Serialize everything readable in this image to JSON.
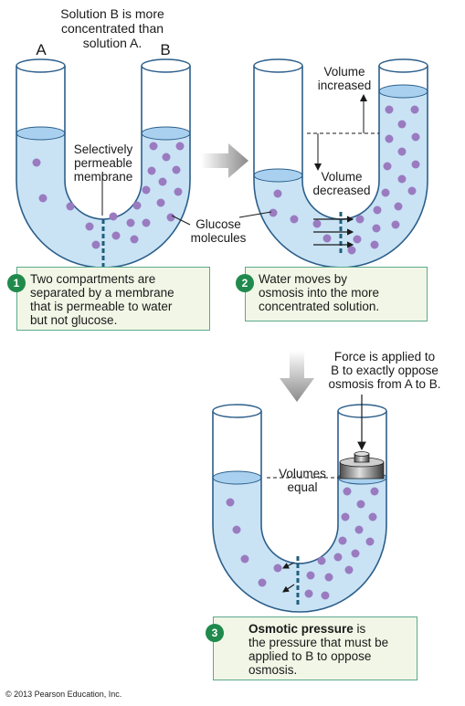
{
  "panel1": {
    "heading": "Solution B is more\nconcentrated than\nsolution A.",
    "label_a": "A",
    "label_b": "B",
    "membrane_label": "Selectively\npermeable\nmembrane",
    "glucose_label": "Glucose\nmolecules"
  },
  "panel2": {
    "volume_increased": "Volume\nincreased",
    "volume_decreased": "Volume\ndecreased"
  },
  "panel3": {
    "force_label": "Force is applied to\nB to exactly oppose\nosmosis from A to B.",
    "volumes_equal": "Volumes\nequal"
  },
  "steps": [
    {
      "number": "1",
      "text": "Two compartments are\nseparated by a membrane\nthat is permeable to water\nbut not glucose."
    },
    {
      "number": "2",
      "text": "Water moves by\nosmosis into the more\nconcentrated solution."
    },
    {
      "number": "3",
      "bold_text": "Osmotic pressure",
      "text": " is\nthe pressure that must be\napplied to B to oppose\nosmosis."
    }
  ],
  "copyright": "© 2013 Pearson Education, Inc.",
  "colors": {
    "liquid": "#c9e3f5",
    "liquid_surface": "#a9d1ef",
    "tube_outline": "#2d5f8a",
    "glucose": "#9a7bc0",
    "membrane": "#1f5f7a",
    "step_box_fill": "#f2f6e6",
    "step_box_border": "#5aa98e",
    "step_badge": "#1f8a4c",
    "process_arrow": "#9a9a9a"
  }
}
